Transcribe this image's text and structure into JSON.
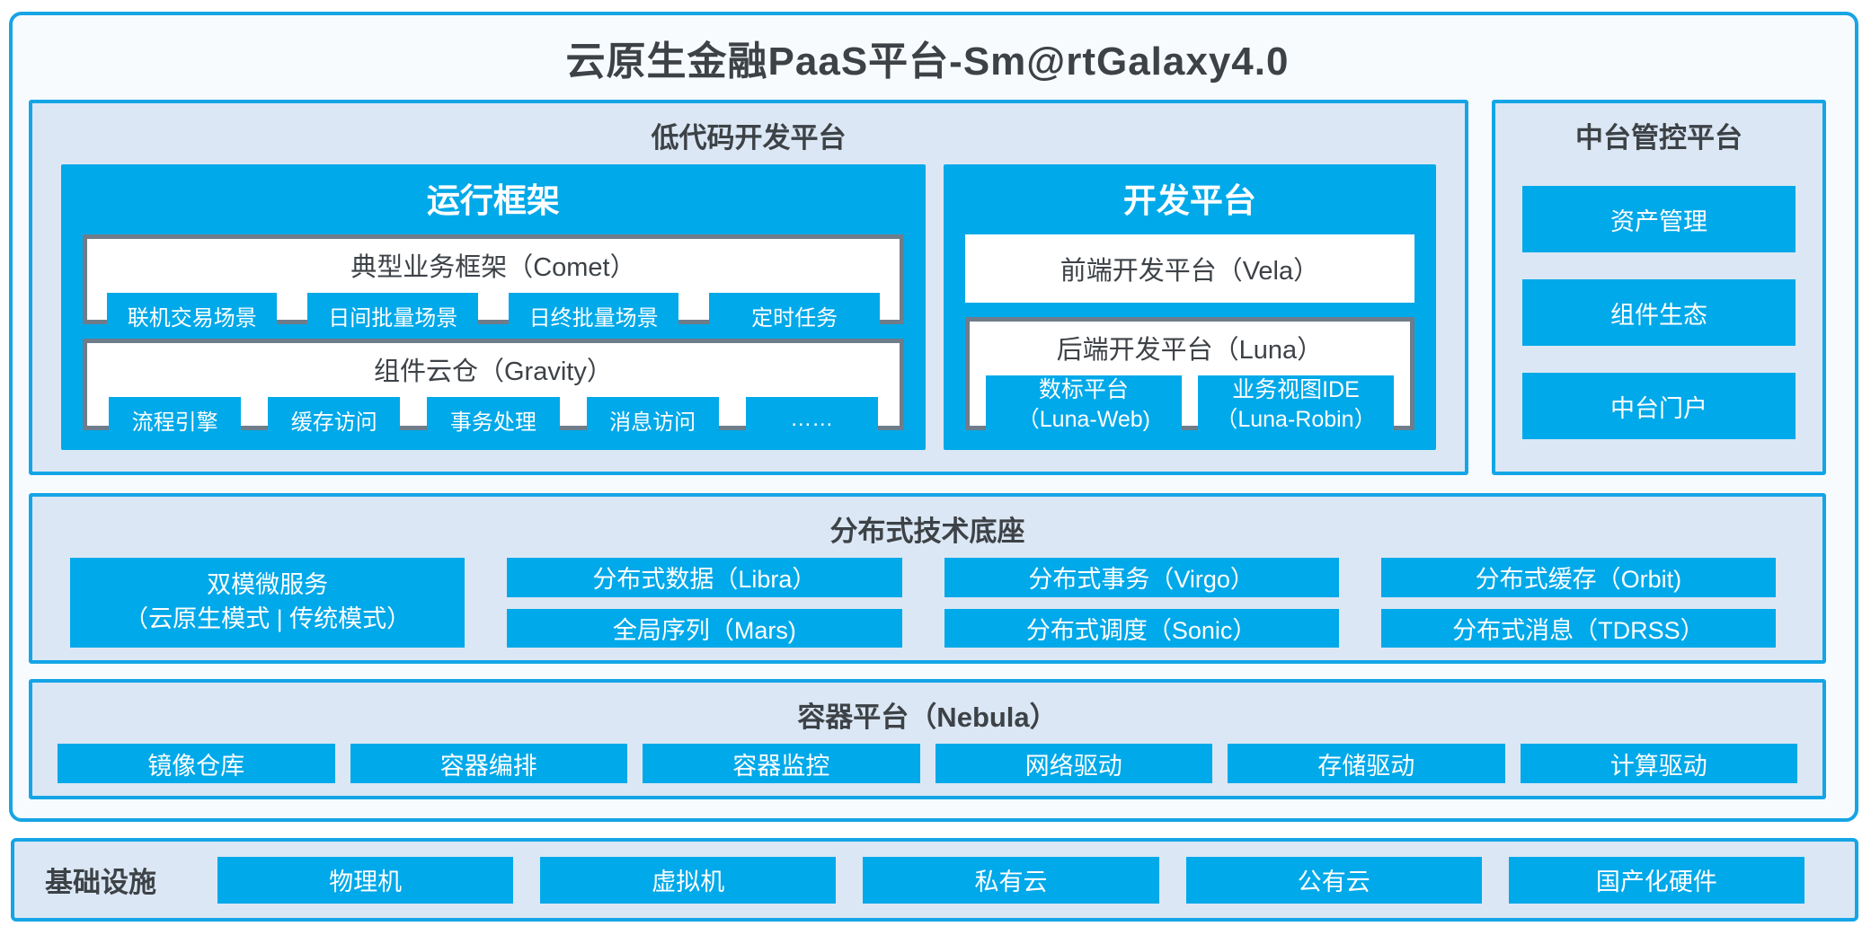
{
  "main_title": "云原生金融PaaS平台-Sm@rtGalaxy4.0",
  "colors": {
    "accent_blue": "#00a9e9",
    "panel_border_blue": "#14a5e6",
    "panel_bg": "#dbe7f4",
    "outer_bg": "#f8fbfe",
    "inner_gray_border": "#6f7c8a",
    "text_dark": "#3d4247",
    "text_on_blue": "#ffffff"
  },
  "low_code": {
    "title": "低代码开发平台",
    "runtime": {
      "title": "运行框架",
      "comet": {
        "title": "典型业务框架（Comet）",
        "items": [
          "联机交易场景",
          "日间批量场景",
          "日终批量场景",
          "定时任务"
        ]
      },
      "gravity": {
        "title": "组件云仓（Gravity）",
        "items": [
          "流程引擎",
          "缓存访问",
          "事务处理",
          "消息访问",
          "……"
        ]
      }
    },
    "dev": {
      "title": "开发平台",
      "vela_title": "前端开发平台（Vela）",
      "luna": {
        "title": "后端开发平台（Luna）",
        "items": [
          {
            "name": "数标平台",
            "code": "（Luna-Web)"
          },
          {
            "name": "业务视图IDE",
            "code": "（Luna-Robin）"
          }
        ]
      }
    }
  },
  "mid_platform": {
    "title": "中台管控平台",
    "items": [
      "资产管理",
      "组件生态",
      "中台门户"
    ]
  },
  "distributed": {
    "title": "分布式技术底座",
    "dual_mode": {
      "name": "双模微服务",
      "modes": "（云原生模式 | 传统模式）"
    },
    "cells": [
      "分布式数据（Libra）",
      "全局序列（Mars)",
      "分布式事务（Virgo）",
      "分布式调度（Sonic）",
      "分布式缓存（Orbit)",
      "分布式消息（TDRSS）"
    ]
  },
  "container_platform": {
    "title": "容器平台（Nebula）",
    "items": [
      "镜像仓库",
      "容器编排",
      "容器监控",
      "网络驱动",
      "存储驱动",
      "计算驱动"
    ]
  },
  "infrastructure": {
    "title": "基础设施",
    "items": [
      "物理机",
      "虚拟机",
      "私有云",
      "公有云",
      "国产化硬件"
    ]
  }
}
